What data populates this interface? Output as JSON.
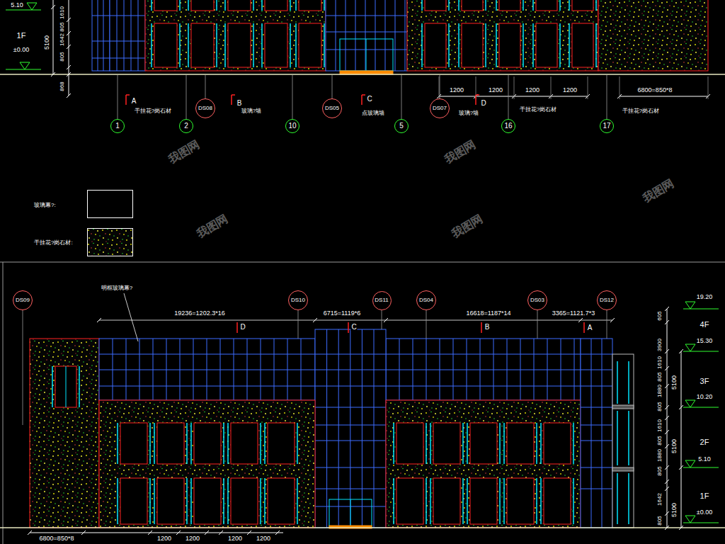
{
  "diagram": {
    "nodes": [
      {
        "text": [
          "1"
        ]
      },
      {
        "text": [
          "2"
        ]
      },
      {
        "text": [
          "DS08"
        ]
      },
      {
        "text": [
          "10"
        ]
      },
      {
        "text": [
          "DS05"
        ]
      },
      {
        "text": [
          "5"
        ]
      },
      {
        "text": [
          "DS07"
        ]
      },
      {
        "text": [
          "16"
        ]
      },
      {
        "text": [
          "17"
        ]
      },
      {
        "text": [
          "DS09"
        ]
      },
      {
        "text": [
          "DS10"
        ]
      },
      {
        "text": [
          "DS11"
        ]
      },
      {
        "text": [
          "DS04"
        ]
      },
      {
        "text": [
          "DS03"
        ]
      },
      {
        "text": [
          "DS12"
        ]
      }
    ],
    "labels": [
      "5.10",
      "1F",
      "±0.00",
      "1610",
      "805",
      "1642",
      "805",
      "5100",
      "868",
      "A",
      "干挂花?岗石材",
      "B",
      "玻璃?墙",
      "C",
      "点玻璃墙",
      "D",
      "玻璃?墙",
      "1200",
      "1200",
      "1200",
      "1200",
      "6800=850*8",
      "干挂花?岗石材",
      "干挂花?岗石材",
      "我图网",
      "我图网",
      "我图网",
      "我图网",
      "我图网",
      "明框玻璃幕?",
      "19236=1202.3*16",
      "6715=1119*6",
      "16618=1187*14",
      "3365=1121.7*3",
      "D",
      "C",
      "B",
      "A",
      "605",
      "3900",
      "1610",
      "805",
      "1880",
      "805",
      "1610",
      "805",
      "1880",
      "805",
      "1642",
      "805",
      "5100",
      "5100",
      "5100",
      "19.20",
      "4F",
      "15.30",
      "3F",
      "10.20",
      "2F",
      "5.10",
      "1F",
      "±0.00",
      "6800=850*8",
      "1200",
      "1200",
      "1200",
      "1200"
    ],
    "legend": [
      {
        "text": "玻璃幕?:"
      },
      {
        "text": "干挂花?岗石材:"
      }
    ]
  }
}
